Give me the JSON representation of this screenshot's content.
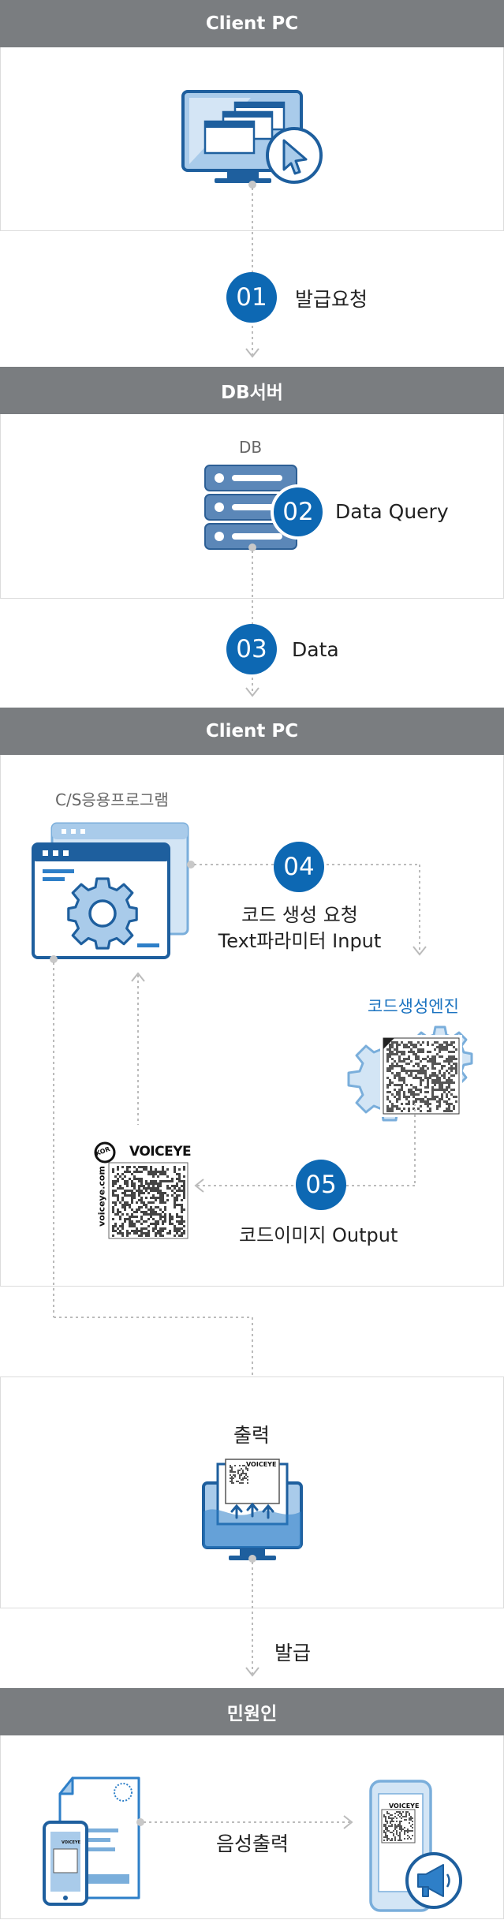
{
  "sections": {
    "client_pc_1": "Client PC",
    "db_server": "DB서버",
    "client_pc_2": "Client PC",
    "citizen": "민원인"
  },
  "steps": [
    {
      "num": "01",
      "label": "발급요청"
    },
    {
      "num": "02",
      "label": "Data Query"
    },
    {
      "num": "03",
      "label": "Data"
    },
    {
      "num": "04",
      "label_line1": "코드 생성 요청",
      "label_line2": "Text파라미터 Input"
    },
    {
      "num": "05",
      "label": "코드이미지 Output"
    }
  ],
  "labels": {
    "db": "DB",
    "cs_app": "C/S응용프로그램",
    "code_engine": "코드생성엔진",
    "print": "출력",
    "issue": "발급",
    "voice_output": "음성출력",
    "voiceye_brand": "VOICEYE",
    "voiceye_url": "voiceye.com",
    "kor_badge": "KOR"
  },
  "colors": {
    "header_gray": "#7a7d80",
    "accent_blue": "#0d68b3",
    "light_blue": "#a9cbea"
  }
}
